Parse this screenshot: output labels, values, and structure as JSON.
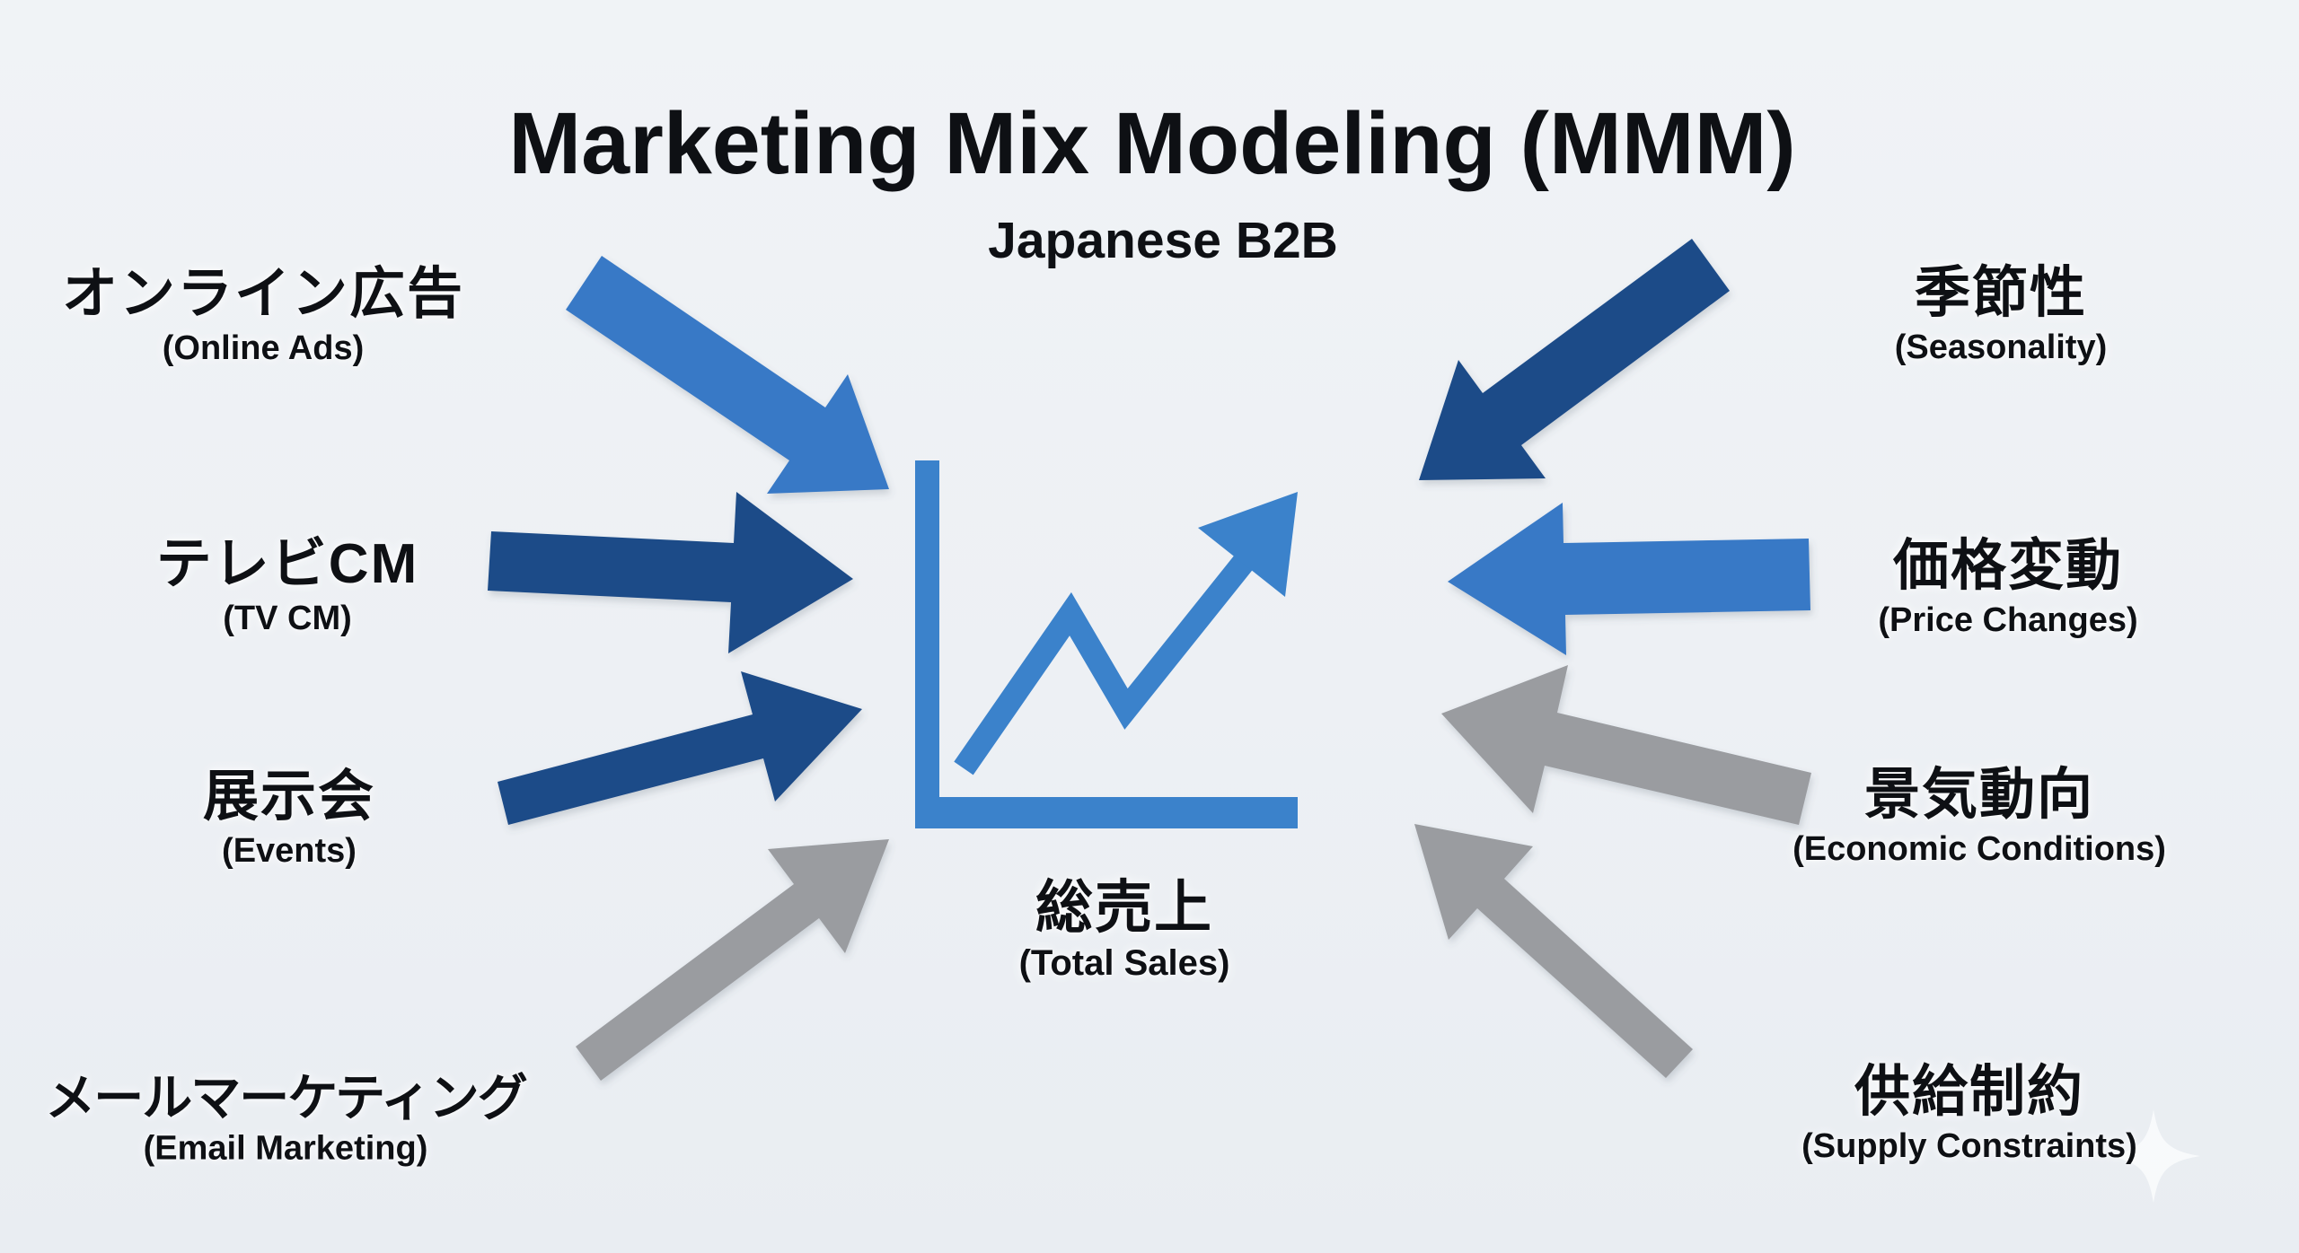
{
  "title": "Marketing Mix Modeling (MMM)",
  "subtitle": "Japanese B2B",
  "colors": {
    "background": "#eef1f4",
    "blue": "#3879c6",
    "navy": "#1c4c88",
    "gray": "#9a9ca0",
    "chart_blue": "#3b82cb",
    "text": "#0e1014",
    "watermark": "#fafbfd"
  },
  "icons": {
    "center_chart": "trend-line-chart-icon",
    "watermark": "sparkle-icon"
  },
  "center_metric": {
    "jp": "総売上",
    "en": "(Total Sales)"
  },
  "factors": {
    "left": [
      {
        "jp": "オンライン広告",
        "en": "(Online Ads)",
        "arrow_color": "blue",
        "arrow_hex": "#3879c6"
      },
      {
        "jp": "テレビCM",
        "en": "(TV CM)",
        "arrow_color": "navy",
        "arrow_hex": "#1c4c88"
      },
      {
        "jp": "展示会",
        "en": "(Events)",
        "arrow_color": "navy",
        "arrow_hex": "#1c4c88"
      },
      {
        "jp": "メールマーケティング",
        "en": "(Email Marketing)",
        "arrow_color": "gray",
        "arrow_hex": "#9a9ca0"
      }
    ],
    "right": [
      {
        "jp": "季節性",
        "en": "(Seasonality)",
        "arrow_color": "navy",
        "arrow_hex": "#1c4c88"
      },
      {
        "jp": "価格変動",
        "en": "(Price Changes)",
        "arrow_color": "blue",
        "arrow_hex": "#3879c6"
      },
      {
        "jp": "景気動向",
        "en": "(Economic Conditions)",
        "arrow_color": "gray",
        "arrow_hex": "#9a9ca0"
      },
      {
        "jp": "供給制約",
        "en": "(Supply Constraints)",
        "arrow_color": "gray",
        "arrow_hex": "#9a9ca0"
      }
    ]
  }
}
